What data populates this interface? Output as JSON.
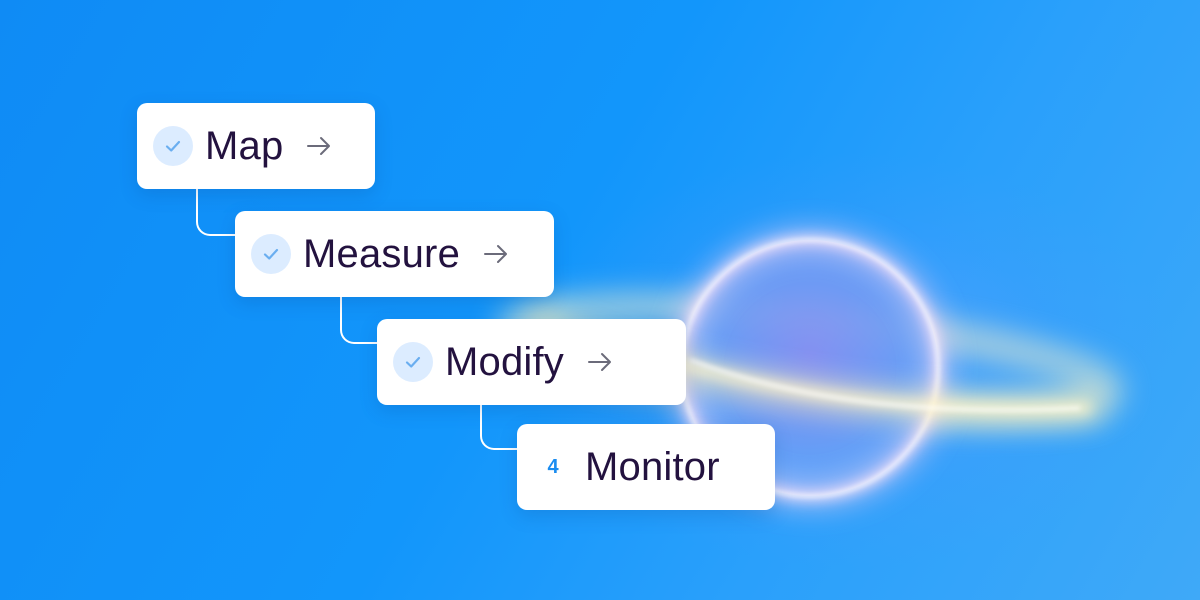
{
  "steps": [
    {
      "label": "Map",
      "status": "complete",
      "icon": "check-icon"
    },
    {
      "label": "Measure",
      "status": "complete",
      "icon": "check-icon"
    },
    {
      "label": "Modify",
      "status": "complete",
      "icon": "check-icon"
    },
    {
      "label": "Monitor",
      "status": "current",
      "number": "4"
    }
  ],
  "colors": {
    "background": "#1296fb",
    "card": "#ffffff",
    "text": "#23123f",
    "check_bg": "#dcecff",
    "check_mark": "#6aaef0",
    "accent": "#1a8cf0"
  }
}
